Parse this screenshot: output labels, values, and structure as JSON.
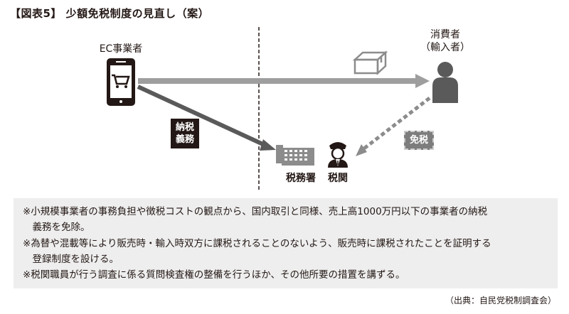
{
  "title": "【図表5】 少額免税制度の見直し（案）",
  "actors": {
    "ec_business": "EC事業者",
    "consumer_line1": "消費者",
    "consumer_line2": "（輸入者）",
    "tax_office": "税務署",
    "customs": "税関"
  },
  "tags": {
    "tax_obligation_line1": "納税",
    "tax_obligation_line2": "義務",
    "tax_exempt": "免税"
  },
  "notes": [
    "※小規模事業者の事務負担や徴税コストの観点から、国内取引と同様、売上高1000万円以下の事業者の納税",
    "　義務を免除。",
    "※為替や混載等により販売時・輸入時双方に課税されることのないよう、販売時に課税されたことを証明する",
    "　登録制度を設ける。",
    "※税関職員が行う調査に係る質問検査権の整備を行うほか、その他所要の措置を講ずる。"
  ],
  "source": "（出典：自民党税制調査会）",
  "icons": [
    "smartphone-cart-icon",
    "package-box-icon",
    "person-icon",
    "building-icon",
    "customs-officer-icon"
  ],
  "colors": {
    "dark": "#231815",
    "arrow_gray": "#9e9e9e",
    "arrow_dark": "#5a5a5a",
    "dashed_gray": "#8c8c8c",
    "note_bg": "#eeeeee"
  }
}
